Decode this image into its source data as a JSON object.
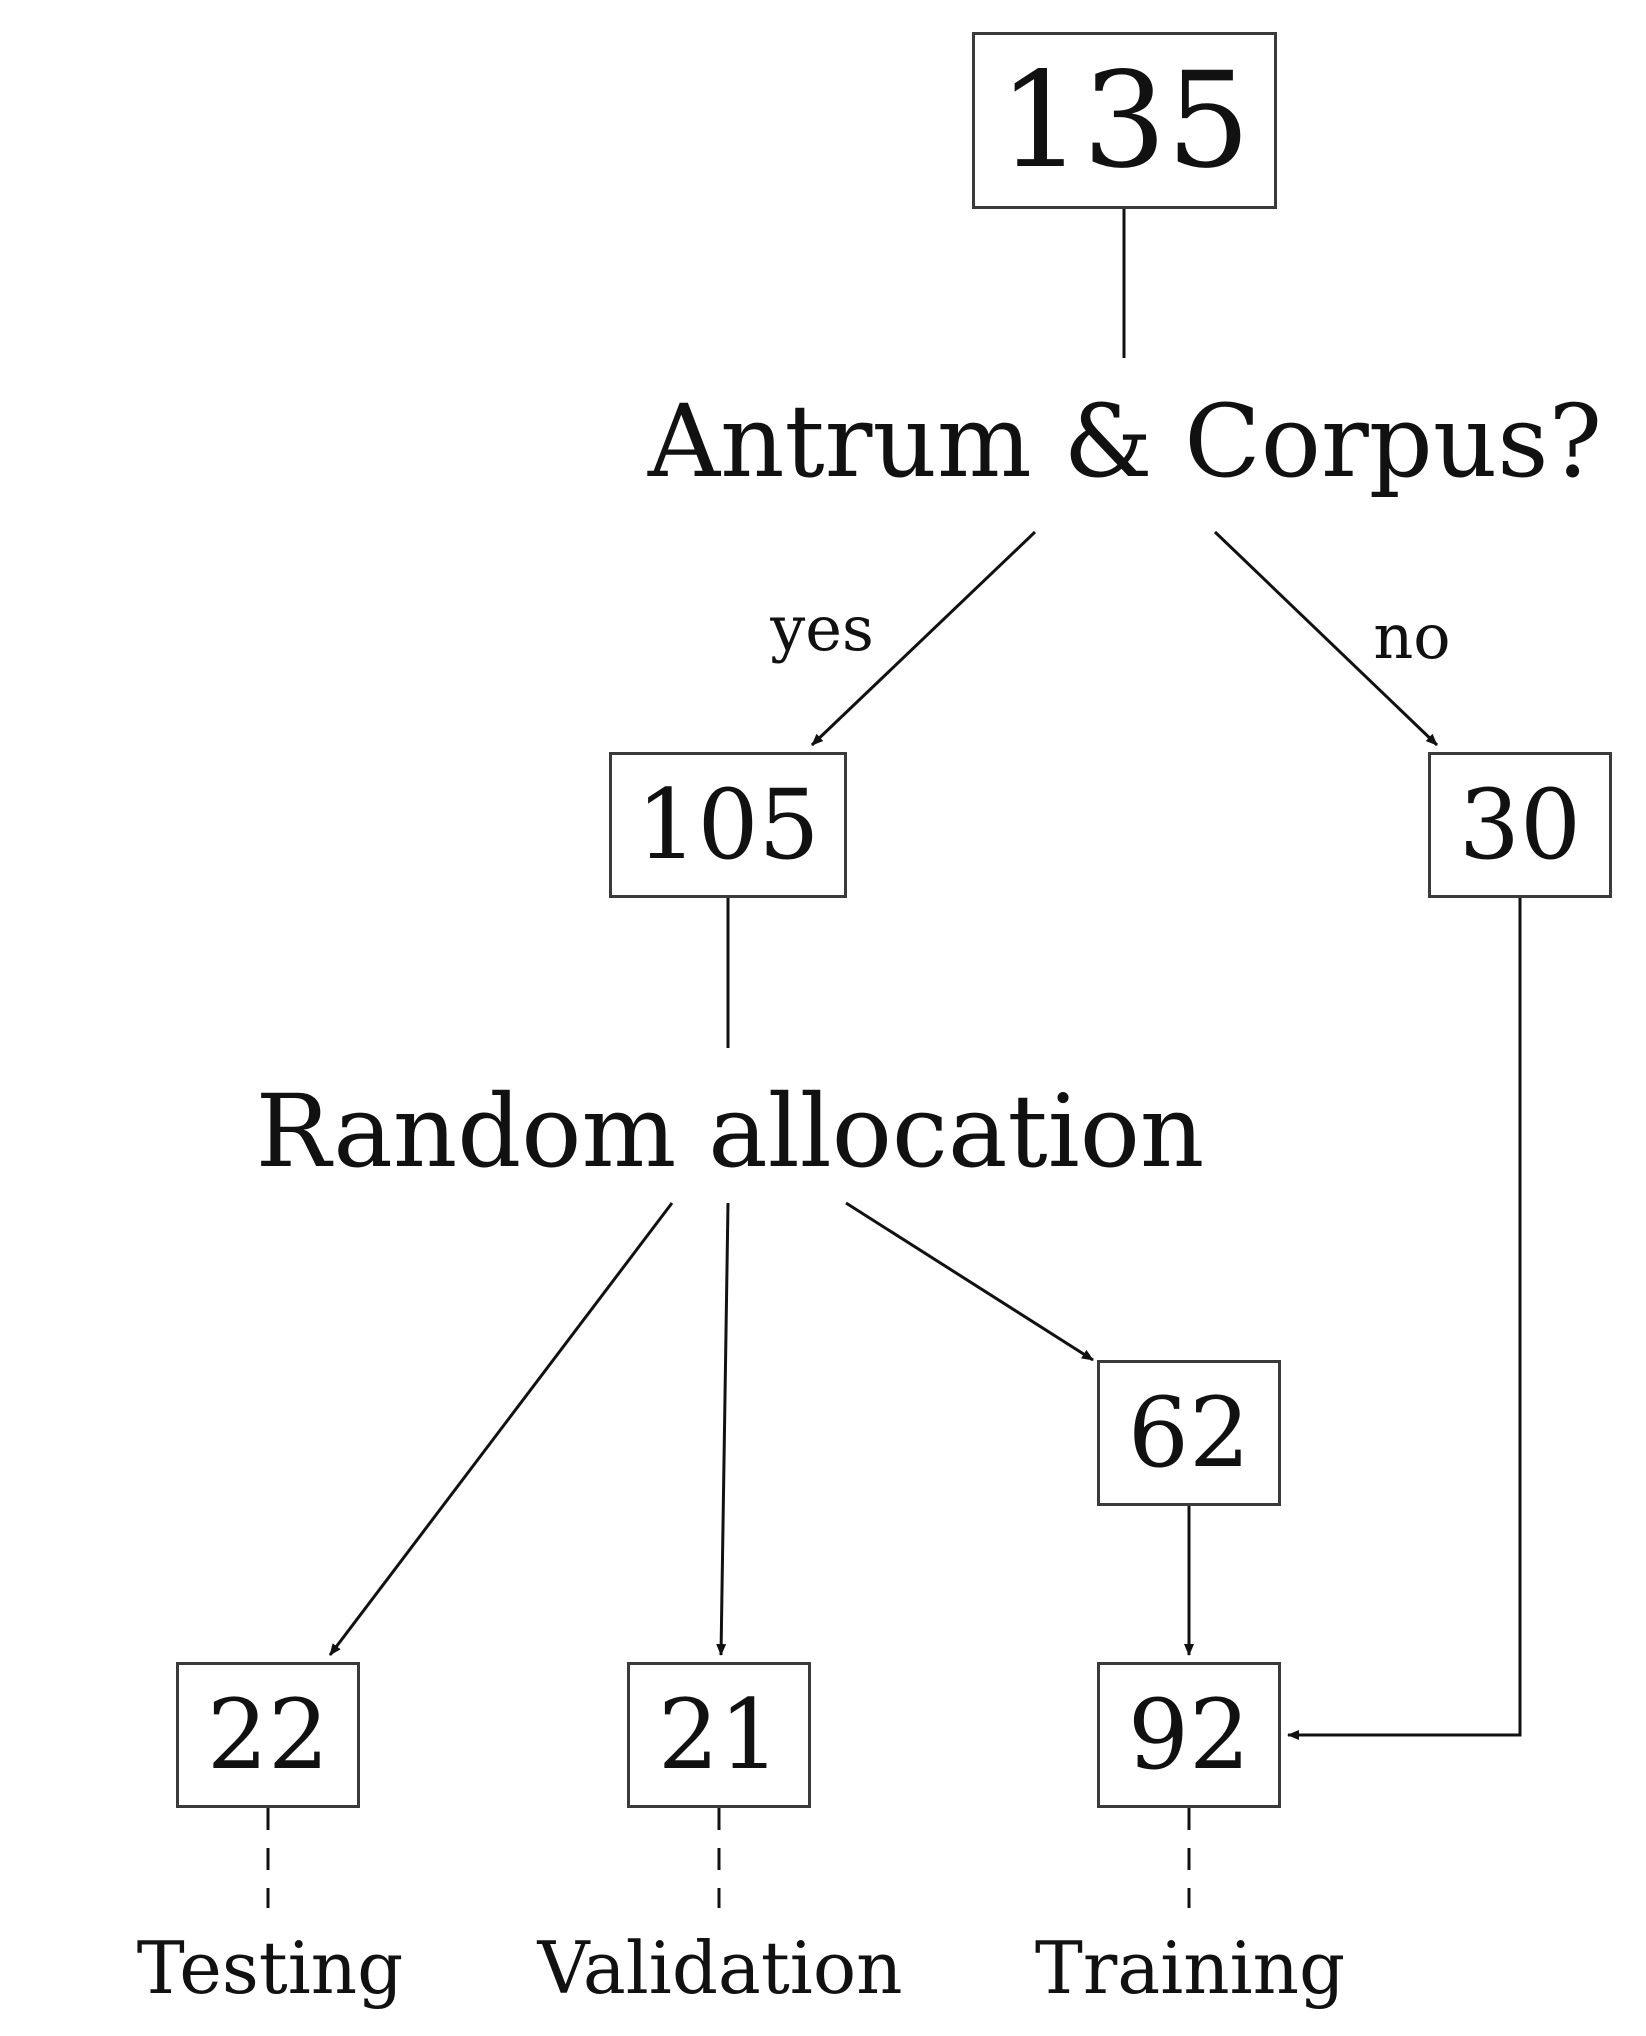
{
  "root": {
    "count": "135"
  },
  "question_1": {
    "text": "Antrum & Corpus?"
  },
  "branch_labels": {
    "yes": "yes",
    "no": "no"
  },
  "yes_node": {
    "count": "105"
  },
  "no_node": {
    "count": "30"
  },
  "question_2": {
    "text": "Random allocation"
  },
  "intermediate_node": {
    "count": "62"
  },
  "outcomes": [
    {
      "count": "22",
      "label": "Testing"
    },
    {
      "count": "21",
      "label": "Validation"
    },
    {
      "count": "92",
      "label": "Training"
    }
  ],
  "colors": {
    "line": "#111111",
    "box_border": "#3a3a3a",
    "background": "#ffffff"
  }
}
